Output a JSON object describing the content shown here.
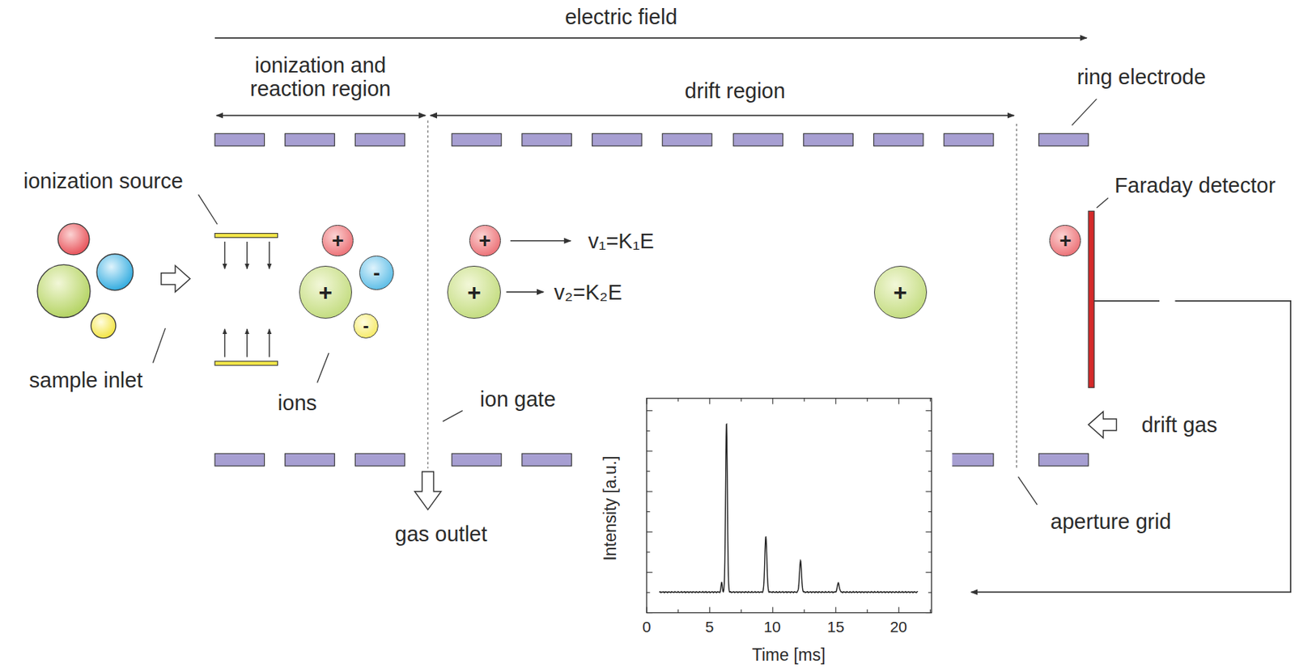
{
  "diagram": {
    "nodes": [
      {
        "text": [
          "+"
        ]
      },
      {
        "text": [
          "+"
        ]
      },
      {
        "text": [
          "-"
        ]
      },
      {
        "text": [
          "-"
        ]
      },
      {
        "text": [
          "+"
        ]
      },
      {
        "text": [
          "+"
        ]
      },
      {
        "text": [
          "+"
        ]
      },
      {
        "text": [
          "+"
        ]
      }
    ],
    "labels": [
      "electric field",
      "ionization and reaction region",
      "drift region",
      "ring electrode",
      "ionization source",
      "Faraday detector",
      "sample inlet",
      "ions",
      "ion gate",
      "v₁=K₁E",
      "v₂=K₂E",
      "drift gas",
      "gas outlet",
      "aperture grid",
      "Intensity [a.u.]",
      "Time [ms]",
      "0",
      "5",
      "10",
      "15",
      "20"
    ]
  }
}
